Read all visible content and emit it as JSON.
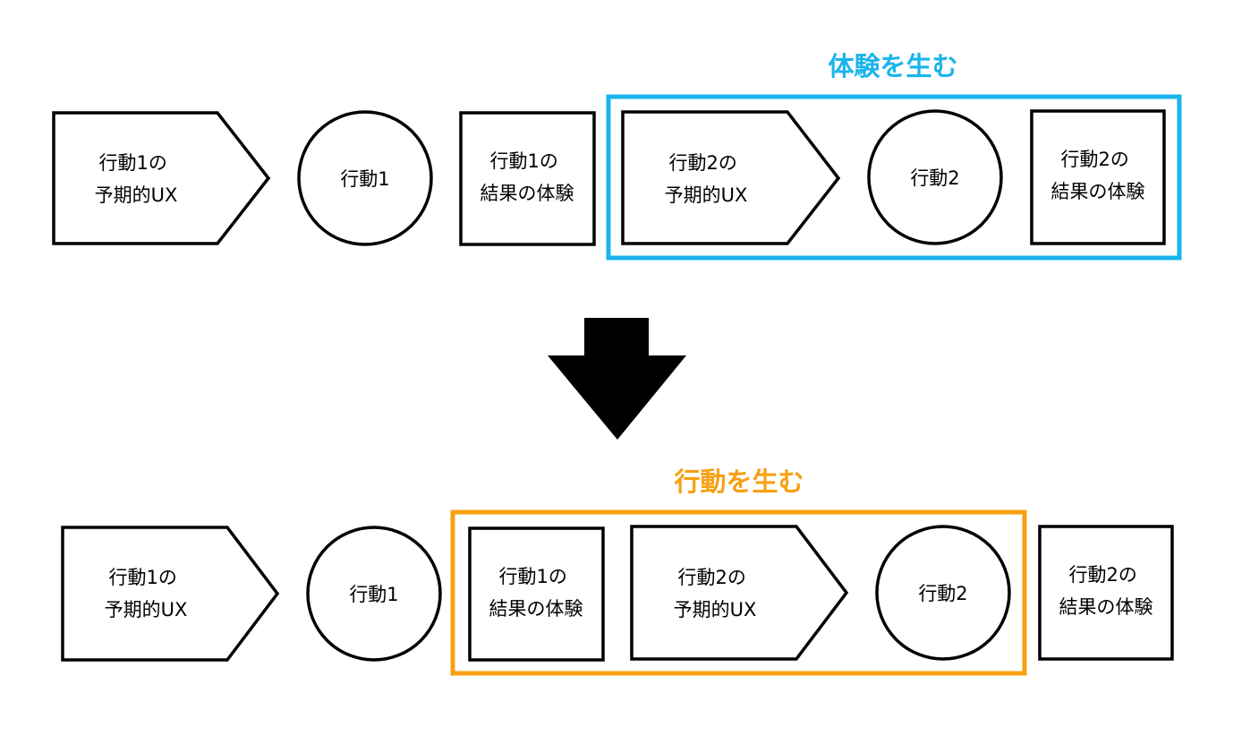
{
  "colors": {
    "outline": "#000000",
    "fill": "#ffffff",
    "experience_group": "#1ab4ec",
    "action_group": "#f7a013",
    "arrow": "#000000"
  },
  "top_row": {
    "group_title": "体験を生む",
    "nodes": [
      {
        "id": "top-expected-ux-1",
        "shape": "pentagon-arrow",
        "line1": "行動1の",
        "line2": "予期的UX"
      },
      {
        "id": "top-action-1",
        "shape": "circle",
        "line1": "行動1"
      },
      {
        "id": "top-result-1",
        "shape": "square",
        "line1": "行動1の",
        "line2": "結果の体験"
      },
      {
        "id": "top-expected-ux-2",
        "shape": "pentagon-arrow",
        "line1": "行動2の",
        "line2": "予期的UX"
      },
      {
        "id": "top-action-2",
        "shape": "circle",
        "line1": "行動2"
      },
      {
        "id": "top-result-2",
        "shape": "square",
        "line1": "行動2の",
        "line2": "結果の体験"
      }
    ]
  },
  "transition_arrow": {
    "icon": "down-arrow-icon"
  },
  "bottom_row": {
    "group_title": "行動を生む",
    "nodes": [
      {
        "id": "bottom-expected-ux-1",
        "shape": "pentagon-arrow",
        "line1": "行動1の",
        "line2": "予期的UX"
      },
      {
        "id": "bottom-action-1",
        "shape": "circle",
        "line1": "行動1"
      },
      {
        "id": "bottom-result-1",
        "shape": "square",
        "line1": "行動1の",
        "line2": "結果の体験"
      },
      {
        "id": "bottom-expected-ux-2",
        "shape": "pentagon-arrow",
        "line1": "行動2の",
        "line2": "予期的UX"
      },
      {
        "id": "bottom-action-2",
        "shape": "circle",
        "line1": "行動2"
      },
      {
        "id": "bottom-result-2",
        "shape": "square",
        "line1": "行動2の",
        "line2": "結果の体験"
      }
    ]
  }
}
